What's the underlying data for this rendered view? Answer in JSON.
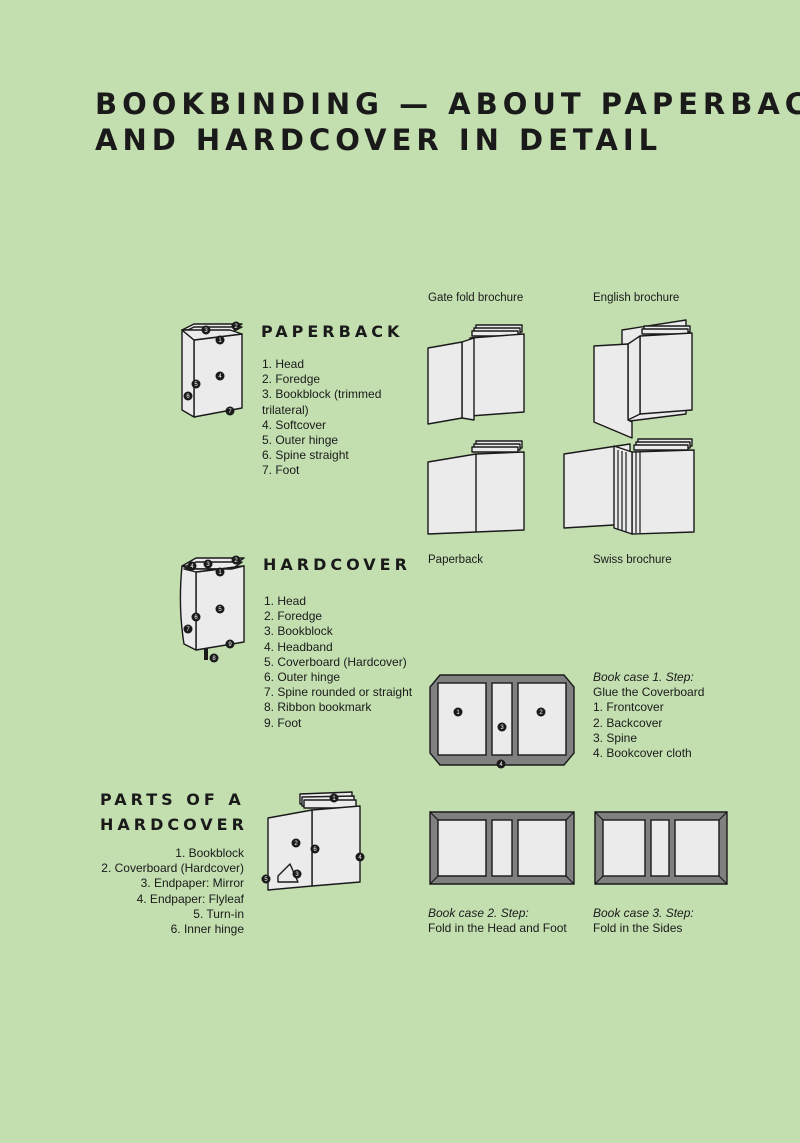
{
  "title": {
    "line1": "BOOKBINDING — ABOUT PAPERBACK",
    "line2": "AND HARDCOVER IN DETAIL"
  },
  "paperback": {
    "heading": "PAPERBACK",
    "items": [
      "1. Head",
      "2. Foredge",
      "3. Bookblock (trimmed trilateral)",
      "4. Softcover",
      "5. Outer hinge",
      "6. Spine straight",
      "7. Foot"
    ]
  },
  "hardcover": {
    "heading": "HARDCOVER",
    "items": [
      "1. Head",
      "2. Foredge",
      "3. Bookblock",
      "4. Headband",
      "5. Coverboard (Hardcover)",
      "6. Outer hinge",
      "7. Spine rounded or straight",
      "8. Ribbon bookmark",
      "9. Foot"
    ]
  },
  "parts": {
    "heading_line1": "PARTS OF A",
    "heading_line2": "HARDCOVER",
    "items": [
      "1. Bookblock",
      "2. Coverboard (Hardcover)",
      "3. Endpaper: Mirror",
      "4. Endpaper: Flyleaf",
      "5. Turn-in",
      "6. Inner hinge"
    ]
  },
  "brochures": {
    "gate_fold": "Gate fold brochure",
    "english": "English brochure",
    "paperback": "Paperback",
    "swiss": "Swiss brochure"
  },
  "bookcase": {
    "step1": {
      "title": "Book case 1. Step:",
      "subtitle": "Glue the Coverboard",
      "items": [
        "1. Frontcover",
        "2. Backcover",
        "3. Spine",
        "4. Bookcover cloth"
      ]
    },
    "step2": {
      "title": "Book case 2. Step:",
      "subtitle": "Fold in the Head and Foot"
    },
    "step3": {
      "title": "Book case 3. Step:",
      "subtitle": "Fold in the Sides"
    }
  },
  "colors": {
    "background": "#c3dfb0",
    "ink": "#1a1a1a",
    "paper": "#ebebeb",
    "cloth": "#808080"
  }
}
